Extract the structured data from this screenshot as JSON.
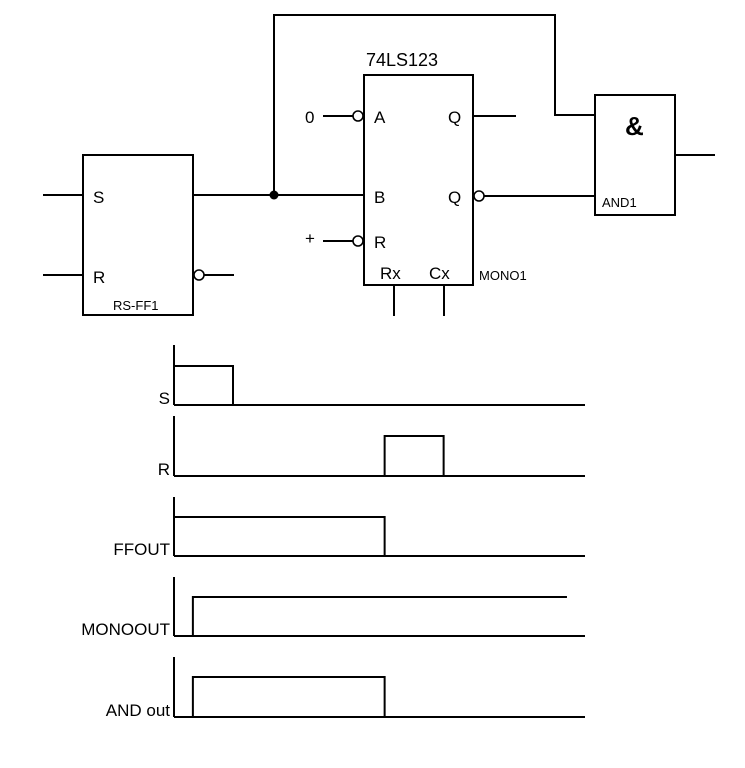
{
  "schematic": {
    "rsff": {
      "name": "RS-FF1",
      "pins": {
        "s": "S",
        "r": "R"
      }
    },
    "mono": {
      "title": "74LS123",
      "name": "MONO1",
      "pins": {
        "a": "A",
        "b": "B",
        "r": "R",
        "q": "Q",
        "qbar": "Q",
        "rx": "Rx",
        "cx": "Cx"
      },
      "input_a_level": "0",
      "input_r_level": "+"
    },
    "and_gate": {
      "symbol": "&",
      "name": "AND1"
    }
  },
  "timing": {
    "unit": "relative time units",
    "span": [
      0,
      7
    ],
    "signals": [
      {
        "name": "S",
        "edges": [
          [
            0,
            1
          ]
        ],
        "ends": 7
      },
      {
        "name": "R",
        "edges": [
          [
            3.57,
            4.57
          ]
        ],
        "ends": 7
      },
      {
        "name": "FFOUT",
        "edges": [
          [
            0,
            3.57
          ]
        ],
        "ends": 7
      },
      {
        "name": "MONOOUT",
        "edges": [
          [
            0.32,
            6.83
          ]
        ],
        "ends": 7,
        "high_unterminated": true
      },
      {
        "name": "AND out",
        "edges": [
          [
            0.32,
            3.57
          ]
        ],
        "ends": 7
      }
    ]
  }
}
